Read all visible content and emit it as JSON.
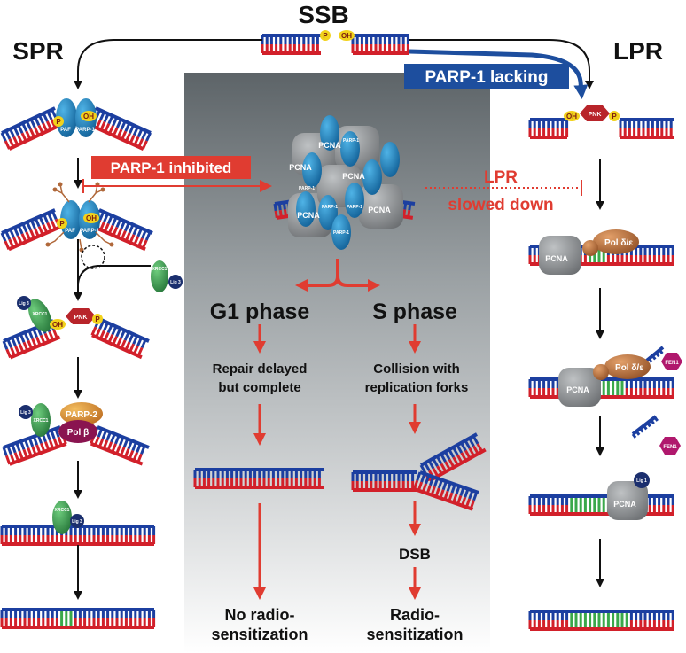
{
  "top": {
    "title": "SSB",
    "p_mark": "P",
    "oh_mark": "OH"
  },
  "left": {
    "title": "SPR",
    "labels": {
      "p": "P",
      "oh": "OH",
      "paf": "PAF",
      "parp1": "PARP-1",
      "xrcc1": "XRCC1",
      "lig3": "Lig 3",
      "pnk": "PNK",
      "parp2": "PARP-2",
      "polb": "Pol β"
    }
  },
  "right": {
    "title": "LPR",
    "labels": {
      "oh": "OH",
      "p": "P",
      "pnk": "PNK",
      "pcna": "PCNA",
      "pol": "Pol δ/ε",
      "fen1": "FEN1",
      "lig1": "Lig 1"
    }
  },
  "center": {
    "parp_lacking": "PARP-1 lacking",
    "parp_inhibited": "PARP-1 inhibited",
    "lpr_slowed_1": "LPR",
    "lpr_slowed_2": "slowed down",
    "complex_labels": {
      "pcna": "PCNA",
      "parp1": "PARP-1"
    },
    "g1": {
      "title": "G1 phase",
      "text1": "Repair delayed",
      "text2": "but complete",
      "result1": "No radio-",
      "result2": "sensitization"
    },
    "s": {
      "title": "S phase",
      "text1": "Collision with",
      "text2": "replication forks",
      "dsb": "DSB",
      "result1": "Radio-",
      "result2": "sensitization"
    }
  },
  "colors": {
    "dna_blue": "#1c3fa0",
    "dna_red": "#d2202a",
    "arrow_red": "#e03c31",
    "label_blue": "#1d4e9e",
    "parp_blue": "#1a7dbf",
    "pcna_gray": "#8a8a8a",
    "pnk_red": "#b8242a",
    "xrcc1_green": "#2e8b45",
    "lig_navy": "#1b2f6e",
    "pol_brown": "#b0683a",
    "fen1_magenta": "#b0186d",
    "parp2_orange": "#d98a2e",
    "polb_purple": "#8a1450",
    "repair_green": "#3aa84a"
  }
}
